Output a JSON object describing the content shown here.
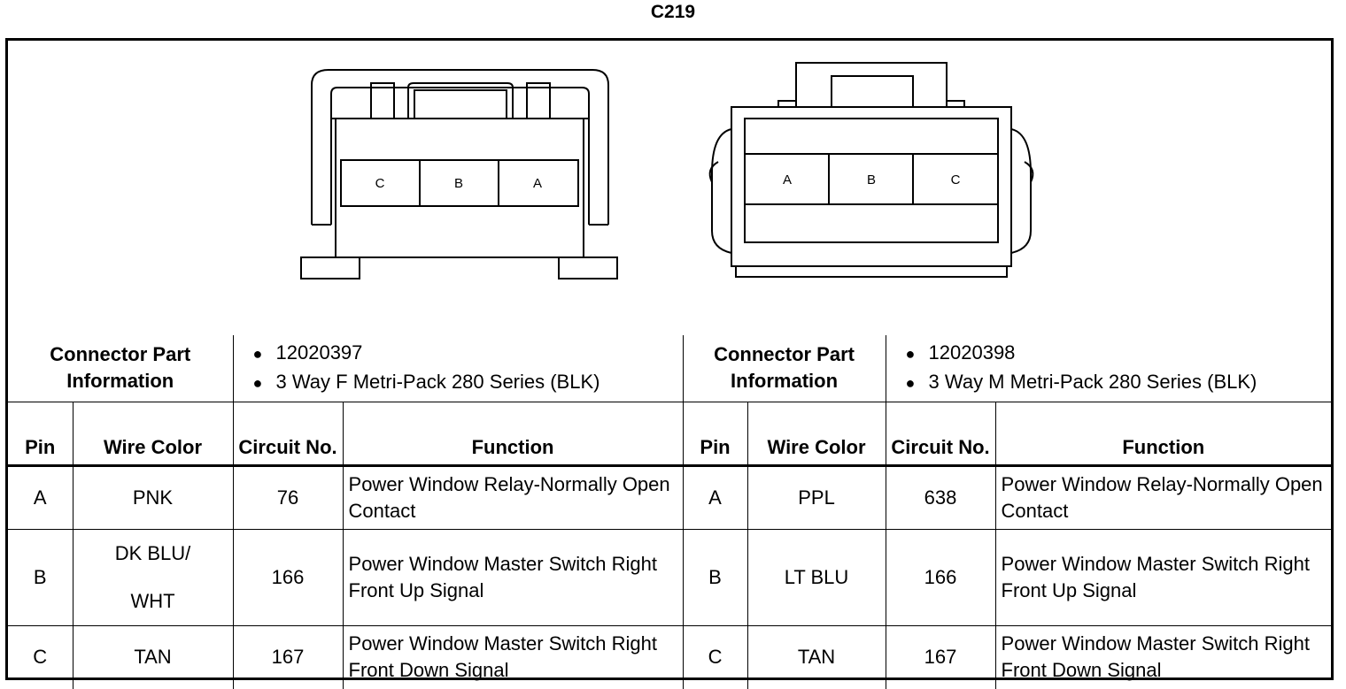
{
  "title": "C219",
  "left": {
    "connector_label": "Connector Part Information",
    "part_info": [
      "12020397",
      "3 Way F Metri-Pack 280 Series (BLK)"
    ],
    "cavities": [
      "C",
      "B",
      "A"
    ],
    "headers": {
      "pin": "Pin",
      "wire": "Wire Color",
      "circuit": "Circuit No.",
      "function": "Function"
    },
    "rows": [
      {
        "pin": "A",
        "wire": "PNK",
        "circuit": "76",
        "function": "Power Window Relay-Normally Open Contact"
      },
      {
        "pin": "B",
        "wire": "DK BLU/ WHT",
        "circuit": "166",
        "function": "Power Window Master Switch Right Front Up Signal"
      },
      {
        "pin": "C",
        "wire": "TAN",
        "circuit": "167",
        "function": "Power Window Master Switch Right Front Down Signal"
      }
    ]
  },
  "right": {
    "connector_label": "Connector Part Information",
    "part_info": [
      "12020398",
      "3 Way M Metri-Pack 280 Series (BLK)"
    ],
    "cavities": [
      "A",
      "B",
      "C"
    ],
    "headers": {
      "pin": "Pin",
      "wire": "Wire Color",
      "circuit": "Circuit No.",
      "function": "Function"
    },
    "rows": [
      {
        "pin": "A",
        "wire": "PPL",
        "circuit": "638",
        "function": "Power Window Relay-Normally Open Contact"
      },
      {
        "pin": "B",
        "wire": "LT BLU",
        "circuit": "166",
        "function": "Power Window Master Switch Right Front Up Signal"
      },
      {
        "pin": "C",
        "wire": "TAN",
        "circuit": "167",
        "function": "Power Window Master Switch Right Front Down Signal"
      }
    ]
  }
}
